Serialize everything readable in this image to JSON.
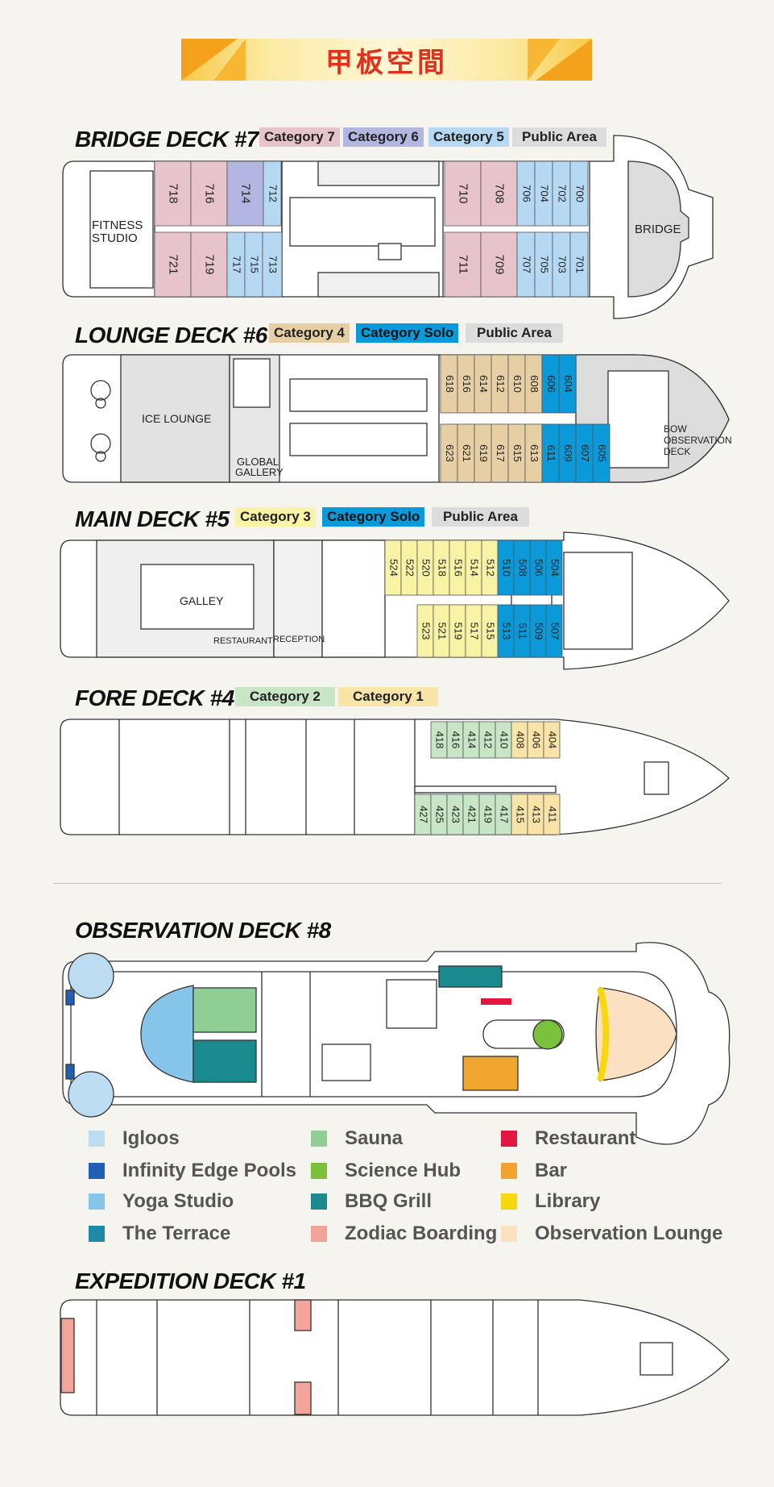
{
  "banner": {
    "title": "甲板空間"
  },
  "colors": {
    "cat7": "#e7c3cb",
    "cat6": "#b3b6e0",
    "cat5": "#b5d9f2",
    "public": "#dcdcdc",
    "cat4": "#e7cfa5",
    "solo": "#0a9ad9",
    "cat3": "#f9f3a6",
    "cat2": "#c8e5c6",
    "cat1": "#f8e4a6"
  },
  "decks": {
    "bridge": {
      "title": "BRIDGE DECK #7",
      "legend": [
        "Category 7",
        "Category 6",
        "Category 5",
        "Public Area"
      ],
      "labels": {
        "fitness": [
          "FITNESS",
          "STUDIO"
        ],
        "bridge": "BRIDGE"
      },
      "cabins_top": [
        "718",
        "716",
        "714",
        "712",
        "710",
        "708",
        "706",
        "704",
        "702",
        "700"
      ],
      "cabins_bottom": [
        "721",
        "719",
        "717",
        "715",
        "713",
        "711",
        "709",
        "707",
        "705",
        "703",
        "701"
      ]
    },
    "lounge": {
      "title": "LOUNGE DECK #6",
      "legend": [
        "Category 4",
        "Category Solo",
        "Public Area"
      ],
      "labels": {
        "ice": "ICE LOUNGE",
        "gallery": [
          "GLOBAL",
          "GALLERY"
        ],
        "bow": [
          "BOW",
          "OBSERVATION",
          "DECK"
        ]
      },
      "cabins_top": [
        "618",
        "616",
        "614",
        "612",
        "610",
        "608",
        "606",
        "604"
      ],
      "cabins_bottom": [
        "623",
        "621",
        "619",
        "617",
        "615",
        "613",
        "611",
        "609",
        "607",
        "605"
      ]
    },
    "main": {
      "title": "MAIN DECK #5",
      "legend": [
        "Category 3",
        "Category Solo",
        "Public Area"
      ],
      "labels": {
        "galley": "GALLEY",
        "restaurant": "RESTAURANT",
        "reception": "RECEPTION"
      },
      "cabins_top": [
        "524",
        "522",
        "520",
        "518",
        "516",
        "514",
        "512",
        "510",
        "508",
        "506",
        "504"
      ],
      "cabins_bottom": [
        "523",
        "521",
        "519",
        "517",
        "515",
        "513",
        "511",
        "509",
        "507"
      ]
    },
    "fore": {
      "title": "FORE DECK #4",
      "legend": [
        "Category 2",
        "Category 1"
      ],
      "cabins_top": [
        "418",
        "416",
        "414",
        "412",
        "410",
        "408",
        "406",
        "404"
      ],
      "cabins_bottom": [
        "427",
        "425",
        "423",
        "421",
        "419",
        "417",
        "415",
        "413",
        "411"
      ]
    },
    "observation": {
      "title": "OBSERVATION DECK #8"
    },
    "expedition": {
      "title": "EXPEDITION DECK #1"
    }
  },
  "legend": [
    {
      "label": "Igloos",
      "color": "#bcdcf2"
    },
    {
      "label": "Sauna",
      "color": "#8fcf95"
    },
    {
      "label": "Restaurant",
      "color": "#e3173f"
    },
    {
      "label": "Infinity Edge Pools",
      "color": "#1f5fb5"
    },
    {
      "label": "Science Hub",
      "color": "#7cc13b"
    },
    {
      "label": "Bar",
      "color": "#f0a531"
    },
    {
      "label": "Yoga Studio",
      "color": "#86c5ea"
    },
    {
      "label": "BBQ Grill",
      "color": "#1a8a8f"
    },
    {
      "label": "Library",
      "color": "#f6d80d"
    },
    {
      "label": "The Terrace",
      "color": "#1e8aa8"
    },
    {
      "label": "Zodiac Boarding",
      "color": "#f2a39a"
    },
    {
      "label": "Observation Lounge",
      "color": "#fbe1c2"
    }
  ]
}
